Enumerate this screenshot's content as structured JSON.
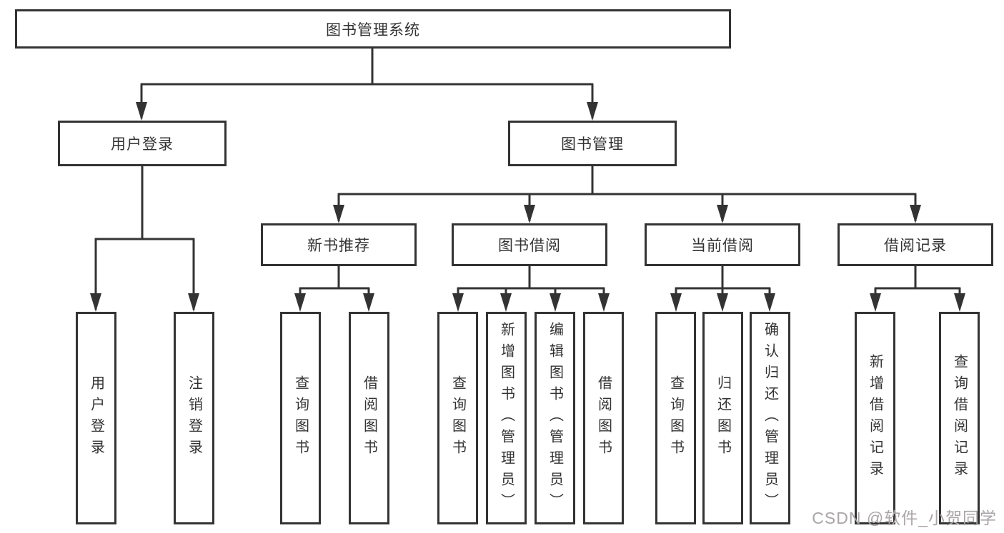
{
  "tree": {
    "root": {
      "label": "图书管理系统",
      "children": [
        {
          "label": "用户登录",
          "children": [
            {
              "label": "用户登录"
            },
            {
              "label": "注销登录"
            }
          ]
        },
        {
          "label": "图书管理",
          "children": [
            {
              "label": "新书推荐",
              "children": [
                {
                  "label": "查询图书"
                },
                {
                  "label": "借阅图书"
                }
              ]
            },
            {
              "label": "图书借阅",
              "children": [
                {
                  "label": "查询图书"
                },
                {
                  "label": "新增图书（管理员）"
                },
                {
                  "label": "编辑图书（管理员）"
                },
                {
                  "label": "借阅图书"
                }
              ]
            },
            {
              "label": "当前借阅",
              "children": [
                {
                  "label": "查询图书"
                },
                {
                  "label": "归还图书"
                },
                {
                  "label": "确认归还（管理员）"
                }
              ]
            },
            {
              "label": "借阅记录",
              "children": [
                {
                  "label": "新增借阅记录"
                },
                {
                  "label": "查询借阅记录"
                }
              ]
            }
          ]
        }
      ]
    }
  },
  "watermark": {
    "text": "CSDN @软件_小贺同学"
  },
  "colors": {
    "line": "#333333",
    "box_border": "#333333",
    "background": "#ffffff",
    "watermark": "#aaa5a8"
  }
}
